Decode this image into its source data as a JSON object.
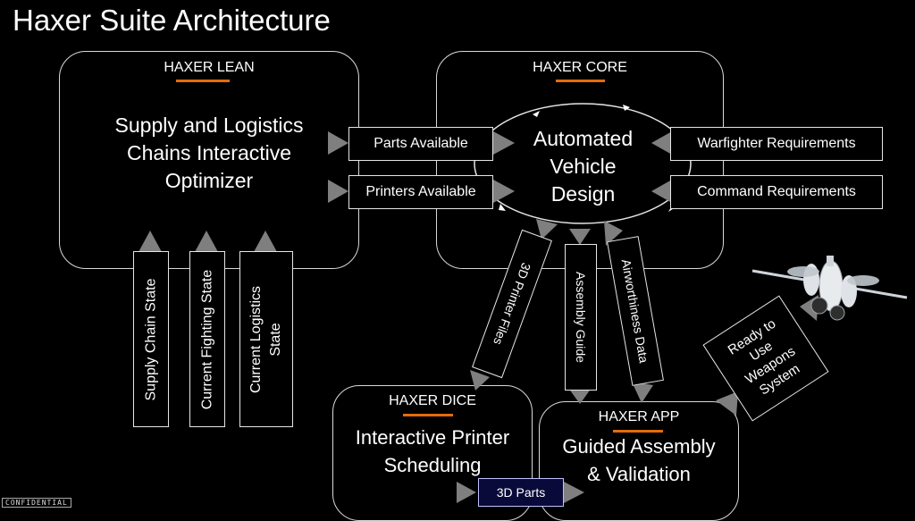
{
  "title": "Haxer Suite Architecture",
  "panels": {
    "lean": {
      "name": "HAXER LEAN",
      "lines": [
        "Supply and Logistics",
        "Chains Interactive",
        "Optimizer"
      ]
    },
    "core": {
      "name": "HAXER CORE",
      "lines": [
        "Automated",
        "Vehicle",
        "Design"
      ]
    },
    "dice": {
      "name": "HAXER DICE",
      "lines": [
        "Interactive Printer",
        "Scheduling"
      ]
    },
    "app": {
      "name": "HAXER APP",
      "lines": [
        "Guided Assembly",
        "& Validation"
      ]
    }
  },
  "inputs_core": {
    "parts": "Parts Available",
    "printers": "Printers Available",
    "warfighter": "Warfighter Requirements",
    "command": "Command Requirements"
  },
  "states": {
    "supply": "Supply Chain State",
    "fighting": "Current Fighting State",
    "logistics_1": "Current Logistics",
    "logistics_2": "State"
  },
  "outputs": {
    "printer_files": "3D Printer Files",
    "assembly_guide": "Assembly Guide",
    "airworthiness": "Airworthiness Data",
    "parts_3d": "3D Parts",
    "ready_1": "Ready to",
    "ready_2": "Use",
    "ready_3": "Weapons",
    "ready_4": "System"
  },
  "footer": "CONFIDENTIAL",
  "colors": {
    "accent": "#e46c0a",
    "arrow": "#7f7f7f",
    "background": "#000000",
    "parts_box_fill": "#0a0a3a"
  }
}
